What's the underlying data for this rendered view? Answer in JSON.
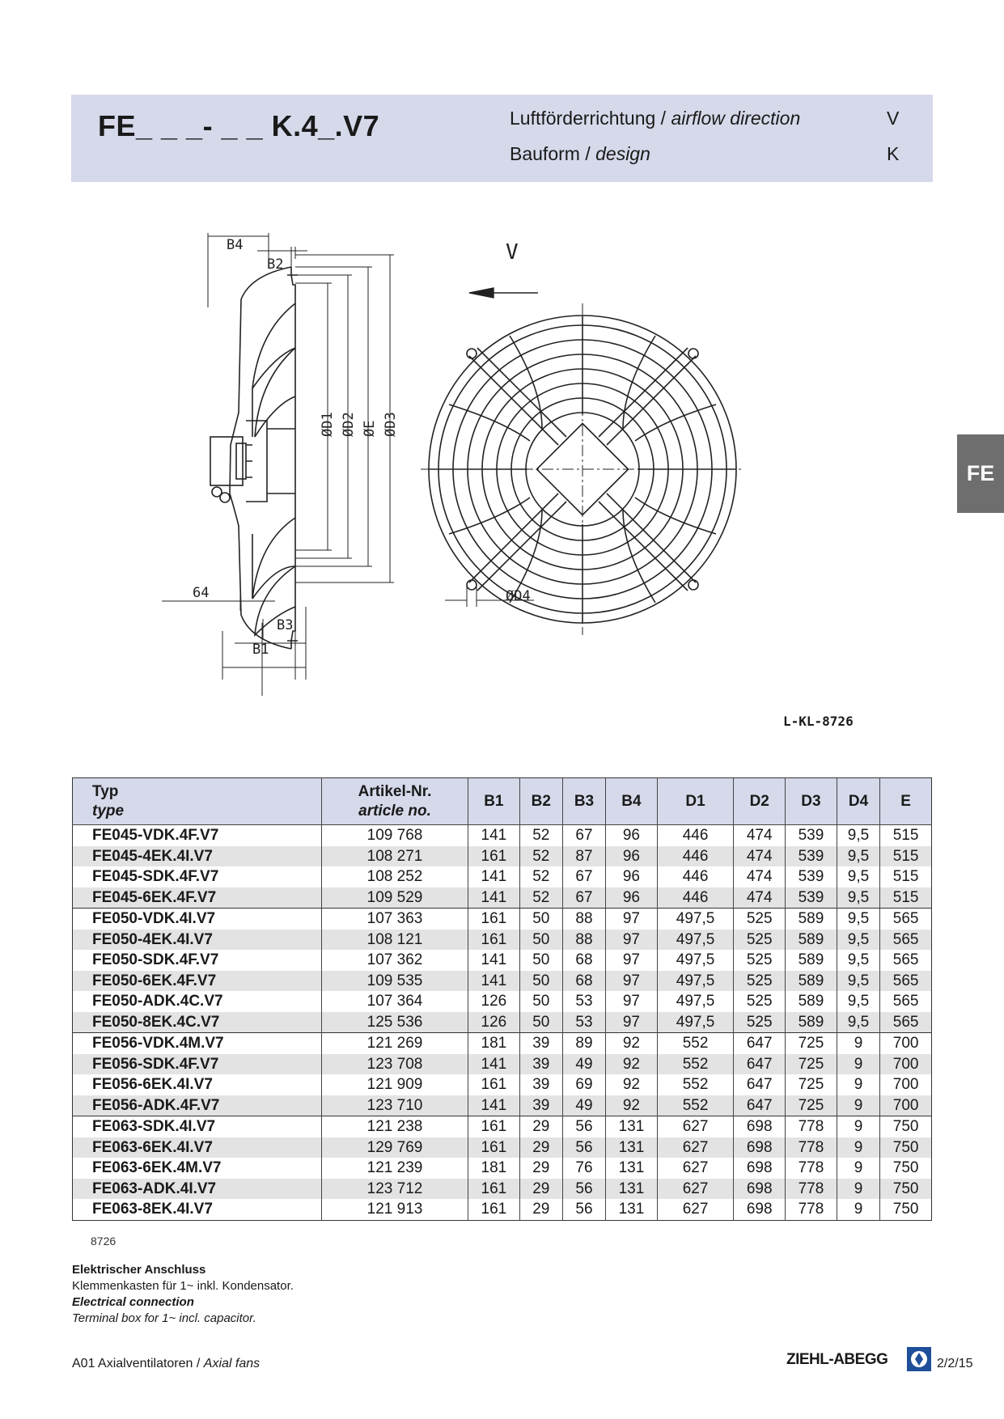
{
  "header": {
    "type_code": "FE_ _ _- _ _ K.4_.V7",
    "airflow_label_de": "Luftförderrichtung / ",
    "airflow_label_en": "airflow direction",
    "airflow_value": "V",
    "design_label_de": "Bauform  / ",
    "design_label_en": "design",
    "design_value": "K"
  },
  "side_tab": "FE",
  "drawing": {
    "labels": {
      "b4": "B4",
      "b2": "B2",
      "b3": "B3",
      "b1": "B1",
      "d64": "64",
      "d1": "ØD1",
      "d2": "ØD2",
      "e": "ØE",
      "d3": "ØD3",
      "d4": "ØD4",
      "v": "V"
    },
    "reference": "L-KL-8726"
  },
  "table": {
    "headers": {
      "typ_de": "Typ",
      "typ_en": "type",
      "art_de": "Artikel-Nr.",
      "art_en": "article no.",
      "cols": [
        "B1",
        "B2",
        "B3",
        "B4",
        "D1",
        "D2",
        "D3",
        "D4",
        "E"
      ]
    },
    "rows": [
      [
        "FE045-VDK.4F.V7",
        "109 768",
        "141",
        "52",
        "67",
        "96",
        "446",
        "474",
        "539",
        "9,5",
        "515"
      ],
      [
        "FE045-4EK.4I.V7",
        "108 271",
        "161",
        "52",
        "87",
        "96",
        "446",
        "474",
        "539",
        "9,5",
        "515"
      ],
      [
        "FE045-SDK.4F.V7",
        "108 252",
        "141",
        "52",
        "67",
        "96",
        "446",
        "474",
        "539",
        "9,5",
        "515"
      ],
      [
        "FE045-6EK.4F.V7",
        "109 529",
        "141",
        "52",
        "67",
        "96",
        "446",
        "474",
        "539",
        "9,5",
        "515"
      ],
      [
        "FE050-VDK.4I.V7",
        "107 363",
        "161",
        "50",
        "88",
        "97",
        "497,5",
        "525",
        "589",
        "9,5",
        "565"
      ],
      [
        "FE050-4EK.4I.V7",
        "108 121",
        "161",
        "50",
        "88",
        "97",
        "497,5",
        "525",
        "589",
        "9,5",
        "565"
      ],
      [
        "FE050-SDK.4F.V7",
        "107 362",
        "141",
        "50",
        "68",
        "97",
        "497,5",
        "525",
        "589",
        "9,5",
        "565"
      ],
      [
        "FE050-6EK.4F.V7",
        "109 535",
        "141",
        "50",
        "68",
        "97",
        "497,5",
        "525",
        "589",
        "9,5",
        "565"
      ],
      [
        "FE050-ADK.4C.V7",
        "107 364",
        "126",
        "50",
        "53",
        "97",
        "497,5",
        "525",
        "589",
        "9,5",
        "565"
      ],
      [
        "FE050-8EK.4C.V7",
        "125 536",
        "126",
        "50",
        "53",
        "97",
        "497,5",
        "525",
        "589",
        "9,5",
        "565"
      ],
      [
        "FE056-VDK.4M.V7",
        "121 269",
        "181",
        "39",
        "89",
        "92",
        "552",
        "647",
        "725",
        "9",
        "700"
      ],
      [
        "FE056-SDK.4F.V7",
        "123 708",
        "141",
        "39",
        "49",
        "92",
        "552",
        "647",
        "725",
        "9",
        "700"
      ],
      [
        "FE056-6EK.4I.V7",
        "121 909",
        "161",
        "39",
        "69",
        "92",
        "552",
        "647",
        "725",
        "9",
        "700"
      ],
      [
        "FE056-ADK.4F.V7",
        "123 710",
        "141",
        "39",
        "49",
        "92",
        "552",
        "647",
        "725",
        "9",
        "700"
      ],
      [
        "FE063-SDK.4I.V7",
        "121 238",
        "161",
        "29",
        "56",
        "131",
        "627",
        "698",
        "778",
        "9",
        "750"
      ],
      [
        "FE063-6EK.4I.V7",
        "129 769",
        "161",
        "29",
        "56",
        "131",
        "627",
        "698",
        "778",
        "9",
        "750"
      ],
      [
        "FE063-6EK.4M.V7",
        "121 239",
        "181",
        "29",
        "76",
        "131",
        "627",
        "698",
        "778",
        "9",
        "750"
      ],
      [
        "FE063-ADK.4I.V7",
        "123 712",
        "161",
        "29",
        "56",
        "131",
        "627",
        "698",
        "778",
        "9",
        "750"
      ],
      [
        "FE063-8EK.4I.V7",
        "121 913",
        "161",
        "29",
        "56",
        "131",
        "627",
        "698",
        "778",
        "9",
        "750"
      ]
    ],
    "group_starts": [
      4,
      10,
      14
    ],
    "note": "8726"
  },
  "electrical": {
    "title_de": "Elektrischer Anschluss",
    "text_de": "Klemmenkasten für 1~ inkl. Kondensator.",
    "title_en": "Electrical connection",
    "text_en": "Terminal box for 1~ incl. capacitor."
  },
  "footer": {
    "left_de": "A01 Axialventilatoren / ",
    "left_en": "Axial fans",
    "brand": "ZIEHL-ABEGG",
    "page": "2/2/15"
  }
}
